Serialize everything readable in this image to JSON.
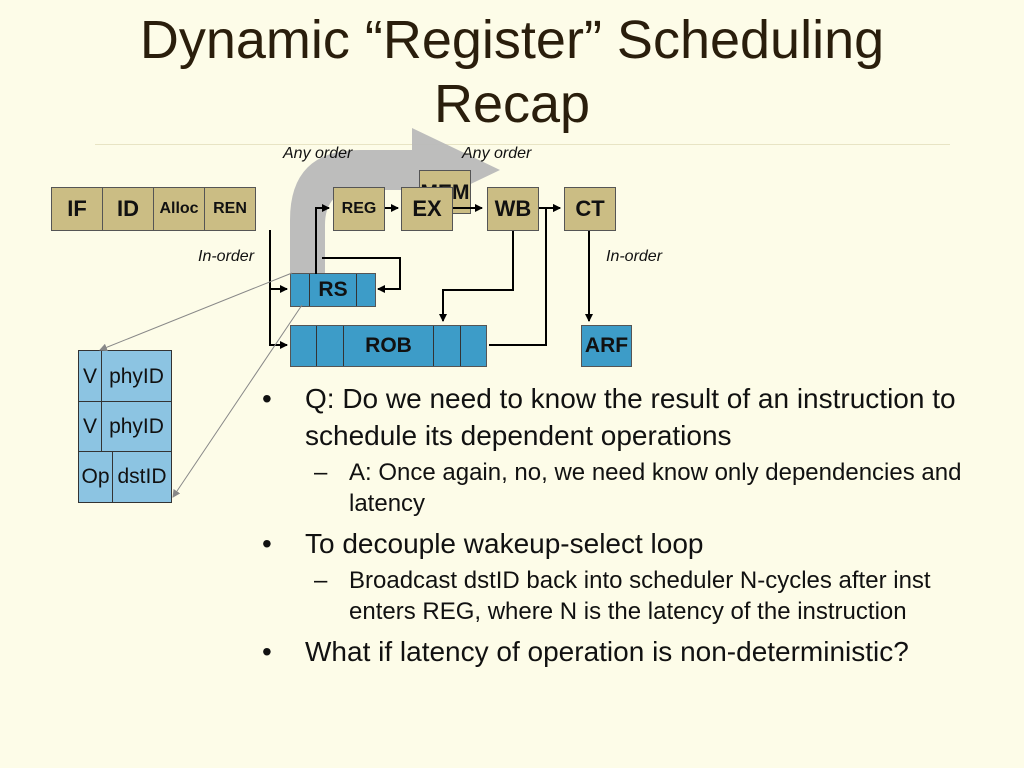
{
  "title": {
    "line1": "Dynamic “Register” Scheduling",
    "line2": "Recap"
  },
  "annotations": {
    "any_order_left": "Any order",
    "any_order_right": "Any order",
    "in_order_left": "In-order",
    "in_order_right": "In-order"
  },
  "pipeline": {
    "front_end": [
      "IF",
      "ID",
      "Alloc",
      "REN"
    ],
    "reg": "REG",
    "mem": "MEM",
    "ex": "EX",
    "wb": "WB",
    "ct": "CT"
  },
  "structures": {
    "rs": "RS",
    "rob": "ROB",
    "arf": "ARF"
  },
  "rs_entry": {
    "rows": [
      {
        "a": "V",
        "b": "phyID"
      },
      {
        "a": "V",
        "b": "phyID"
      },
      {
        "a": "Op",
        "b": "dstID"
      }
    ]
  },
  "bullets": [
    {
      "level": 1,
      "mark": "•",
      "text": "Q: Do we need to know the result of an instruction to schedule its dependent operations"
    },
    {
      "level": 2,
      "mark": "–",
      "text": "A: Once again, no, we need know only dependencies and latency"
    },
    {
      "level": 1,
      "mark": "•",
      "text": "To decouple wakeup-select loop"
    },
    {
      "level": 2,
      "mark": "–",
      "text": "Broadcast dstID back into scheduler N-cycles after inst enters REG, where N is the latency of the instruction"
    },
    {
      "level": 1,
      "mark": "•",
      "text": "What if latency of operation is non-deterministic?"
    }
  ],
  "colors": {
    "background": "#fdfce8",
    "pipeline_stage": "#cbbd84",
    "structure": "#3d9cc8",
    "rs_entry": "#8cc4e2",
    "feedback_arrow": "#b9b9b9"
  }
}
